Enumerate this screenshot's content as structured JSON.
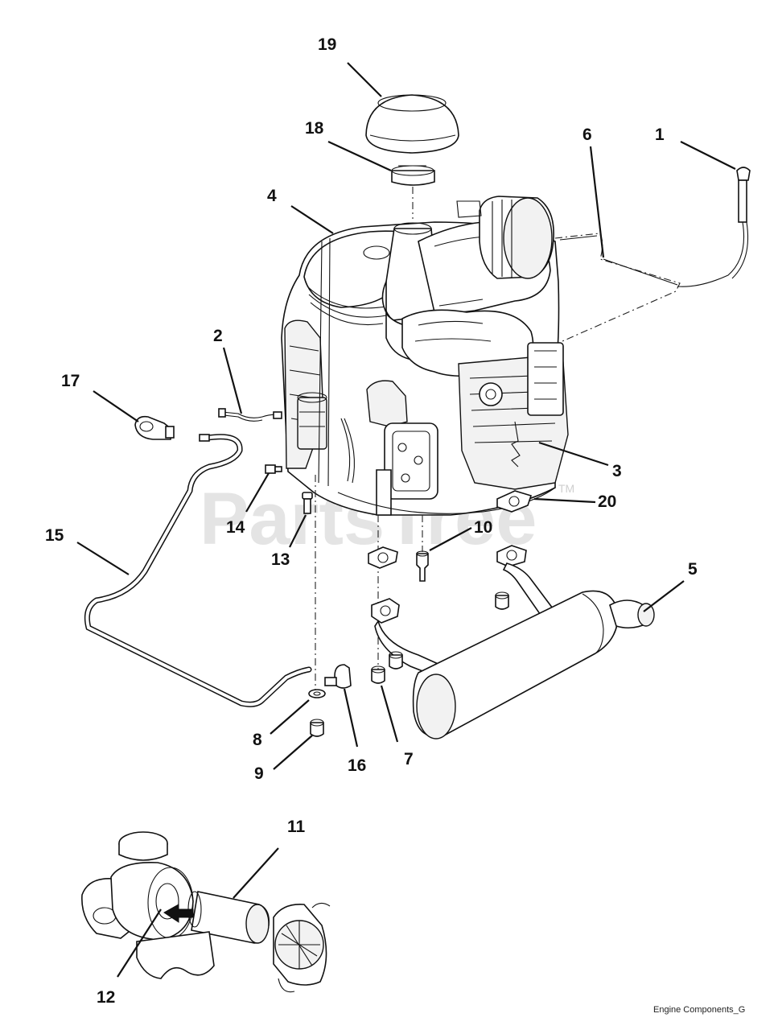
{
  "callouts": {
    "c1": "1",
    "c2": "2",
    "c3": "3",
    "c4": "4",
    "c5": "5",
    "c6": "6",
    "c7": "7",
    "c8": "8",
    "c9": "9",
    "c10": "10",
    "c11": "11",
    "c12": "12",
    "c13": "13",
    "c14": "14",
    "c15": "15",
    "c16": "16",
    "c17": "17",
    "c18": "18",
    "c19": "19",
    "c20": "20"
  },
  "watermark": {
    "text": "PartsTree",
    "tm": "TM"
  },
  "footer": {
    "caption": "Engine Components_G"
  }
}
